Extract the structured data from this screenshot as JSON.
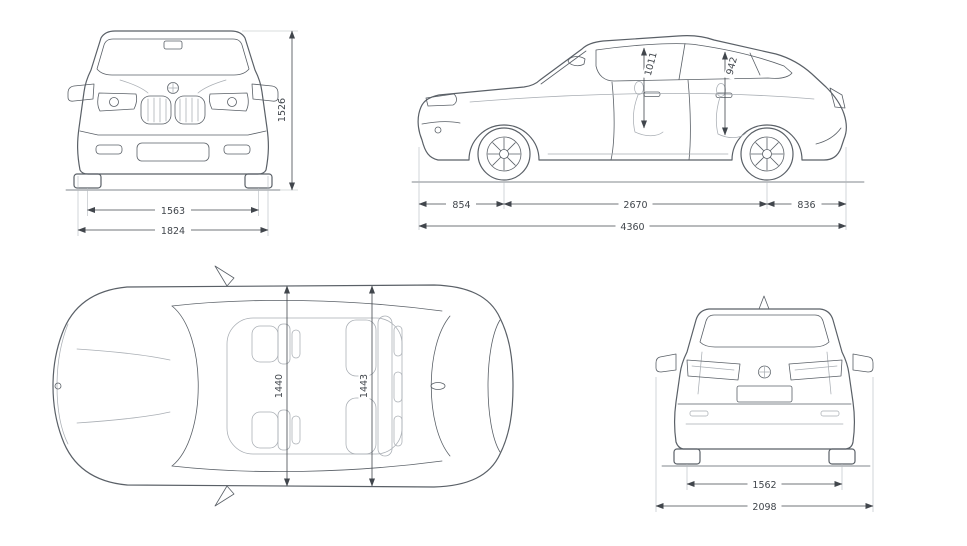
{
  "colors": {
    "line": "#5a6067",
    "dim": "#41464c",
    "faint": "#a9aeb4",
    "background": "#ffffff"
  },
  "dims": {
    "front": {
      "height": "1526",
      "track": "1563",
      "overall_width": "1824"
    },
    "side": {
      "headroom_front": "1011",
      "headroom_rear": "942",
      "front_overhang": "854",
      "wheelbase": "2670",
      "rear_overhang": "836",
      "overall_length": "4360"
    },
    "top": {
      "cabin_width_front": "1440",
      "cabin_width_rear": "1443"
    },
    "rear": {
      "track": "1562",
      "width_incl_mirrors": "2098"
    }
  }
}
